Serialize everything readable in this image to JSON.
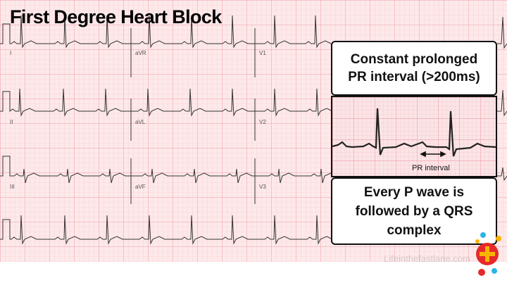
{
  "slide": {
    "title": "First Degree Heart Block",
    "top_box_text": "Constant prolonged PR interval (>200ms)",
    "zoom_annotation": "PR interval",
    "bottom_box_text": "Every P wave is followed by a QRS complex",
    "watermark": "Lifeinthefastlane.com"
  },
  "ecg": {
    "lead_labels": {
      "row1": [
        "I",
        "aVR",
        "V1"
      ],
      "row2": [
        "II",
        "aVL",
        "V2"
      ],
      "row3": [
        "III",
        "aVF",
        "V3"
      ]
    }
  },
  "colors": {
    "grid_minor": "#f6c6cc",
    "grid_major": "#ee9aa4",
    "trace": "#333333",
    "logo_red": "#e62a2a",
    "logo_yellow": "#f7b500",
    "logo_blue": "#2bb4e6"
  },
  "icons": [
    "double-arrow-icon",
    "medical-cross-logo-icon"
  ]
}
